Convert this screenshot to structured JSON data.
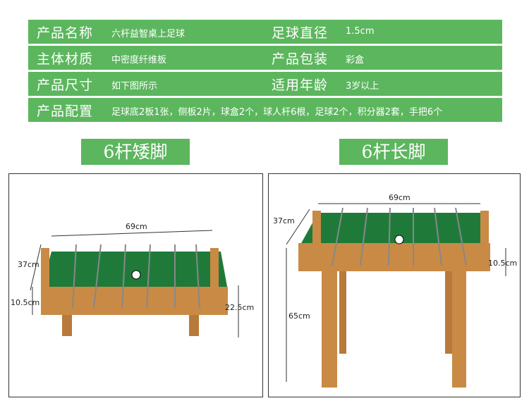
{
  "specs": [
    {
      "label1": "产品名称",
      "value1": "六杆益智桌上足球",
      "label2": "足球直径",
      "value2": "1.5cm"
    },
    {
      "label1": "主体材质",
      "value1": "中密度纤维板",
      "label2": "产品包装",
      "value2": "彩盒"
    },
    {
      "label1": "产品尺寸",
      "value1": "如下图所示",
      "label2": "适用年龄",
      "value2": "3岁以上"
    }
  ],
  "config": {
    "label": "产品配置",
    "value": "足球底2板1张，侧板2片，球盒2个，球人杆6根，足球2个，积分器2套，手把6个"
  },
  "short": {
    "title": "6杆矮脚",
    "length": "69cm",
    "width": "37cm",
    "depth": "10.5cm",
    "height": "22.5cm"
  },
  "tall": {
    "title": "6杆长脚",
    "length": "69cm",
    "width": "37cm",
    "depth": "10.5cm",
    "height": "65cm"
  },
  "colors": {
    "accent": "#5cb65e",
    "wood": "#c98a45",
    "field": "#1f7a3a"
  }
}
